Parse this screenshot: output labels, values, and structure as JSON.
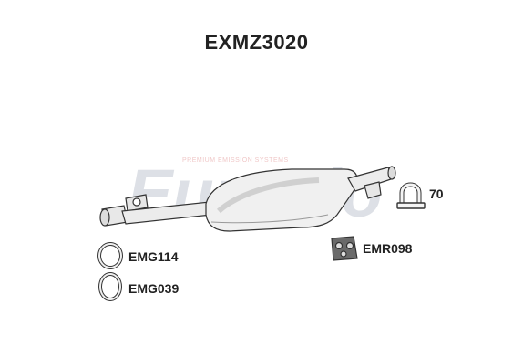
{
  "title": "EXMZ3020",
  "watermark": {
    "brand": "EuroFlo",
    "tagline": "PREMIUM EMISSION SYSTEMS",
    "color": "#d9dce3",
    "accent": "#f2c9c9"
  },
  "parts": {
    "clamp": {
      "label": "70",
      "icon": "u-bolt-clamp-icon"
    },
    "rubber_mount": {
      "label": "EMR098",
      "icon": "rubber-mount-icon"
    },
    "gasket_1": {
      "label": "EMG114",
      "icon": "ring-gasket-icon"
    },
    "gasket_2": {
      "label": "EMG039",
      "icon": "ring-gasket-icon"
    }
  },
  "colors": {
    "part_fill": "#eeeeee",
    "part_stroke": "#333333",
    "shade": "#c8c8c8"
  }
}
